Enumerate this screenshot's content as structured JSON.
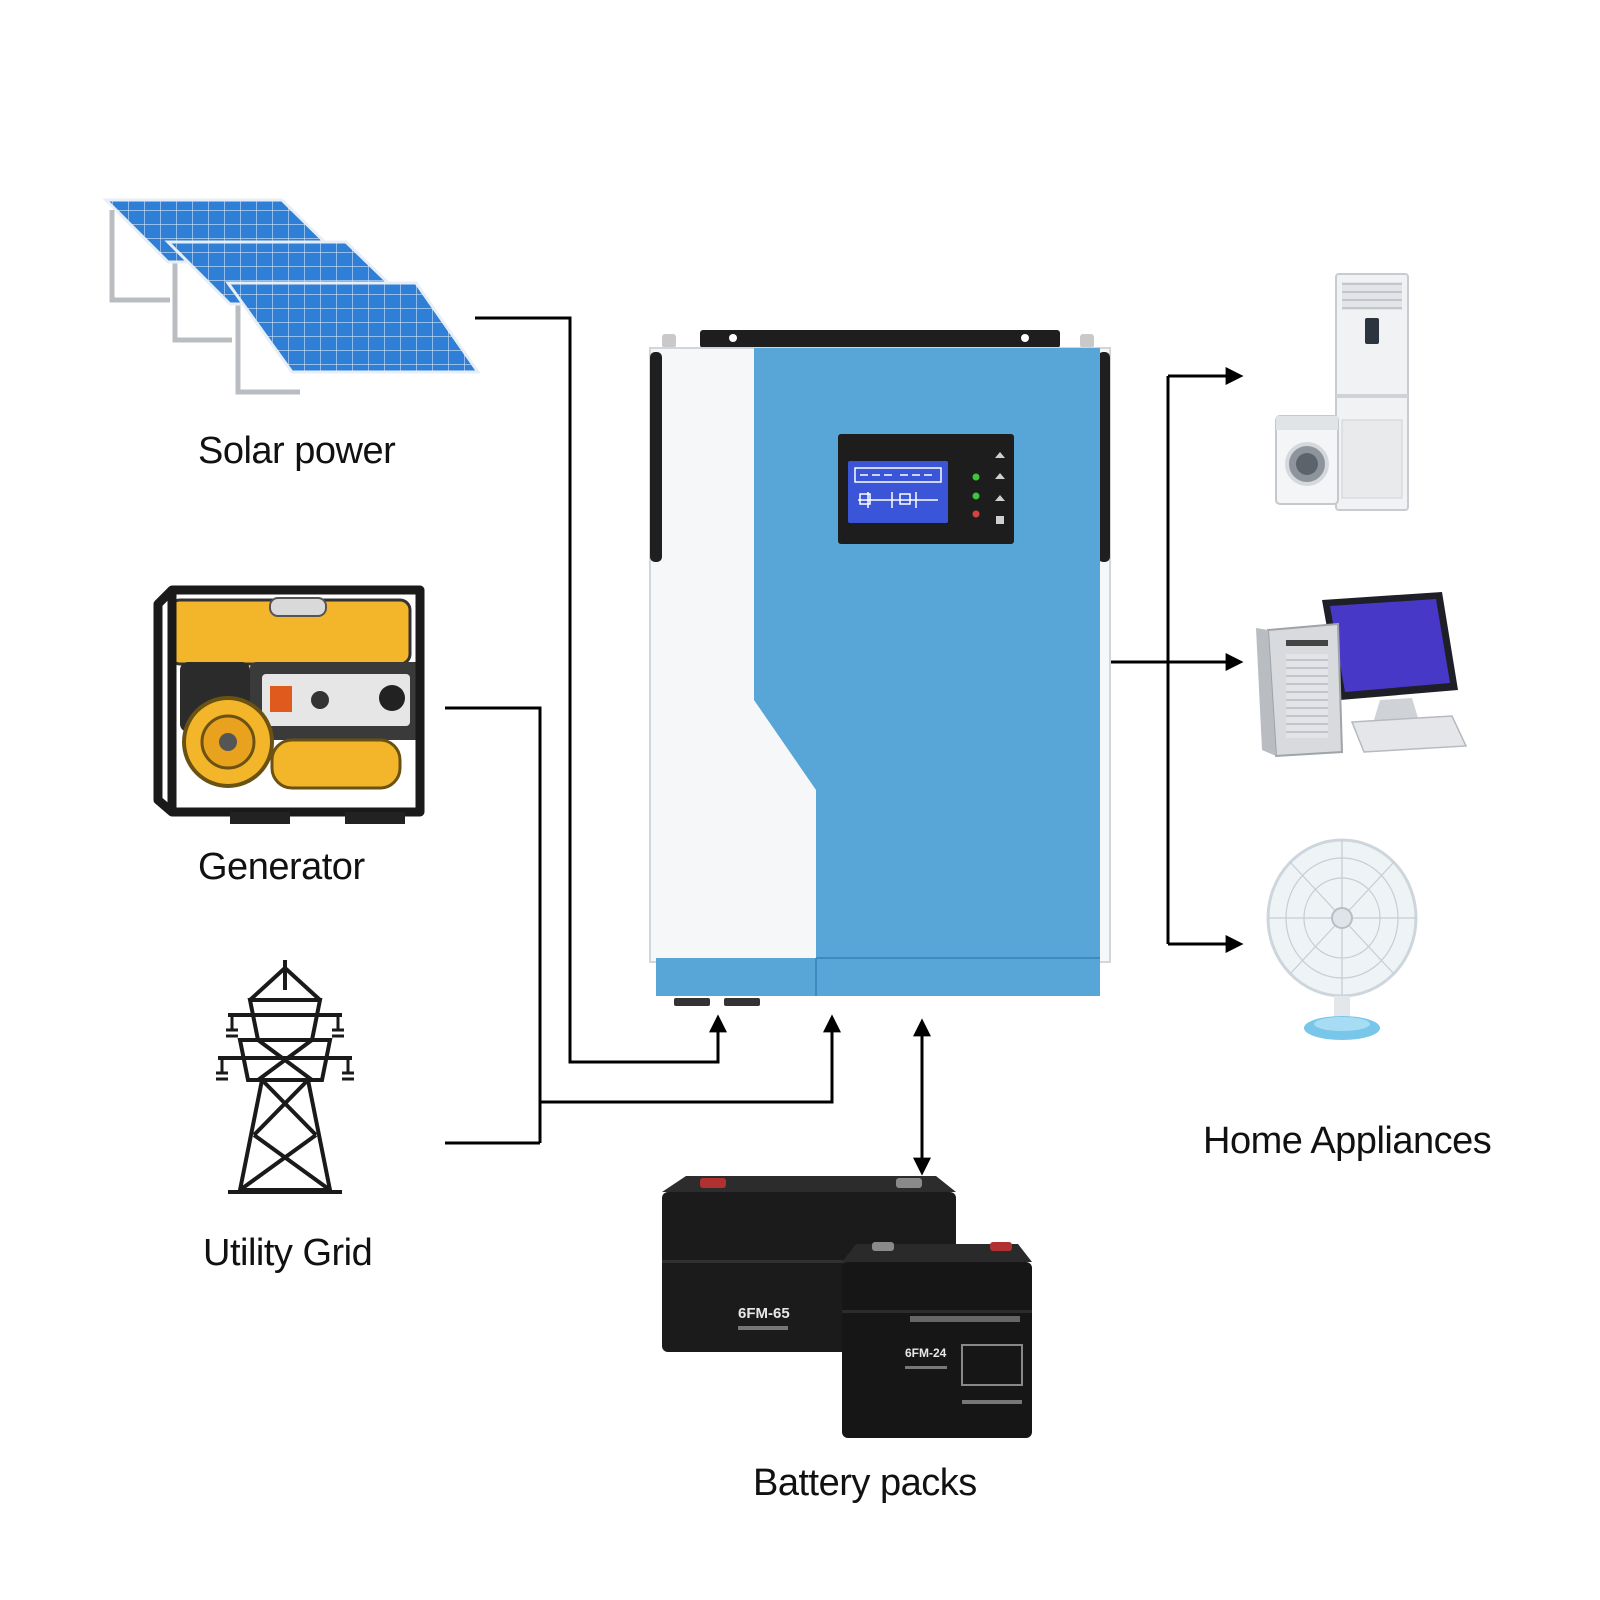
{
  "labels": {
    "solar": "Solar power",
    "generator": "Generator",
    "grid": "Utility Grid",
    "battery": "Battery packs",
    "home": "Home Appliances"
  },
  "battery_models": {
    "large": "6FM-65",
    "small": "6FM-24"
  },
  "colors": {
    "inverter_blue": "#58a6d8",
    "inverter_white": "#f6f7f8",
    "screen_blue": "#3b55d9",
    "solar_panel": "#2f7fd6",
    "generator_yellow": "#f3b52a",
    "battery_black": "#1b1b1b",
    "line": "#000000"
  },
  "icons": [
    "solar-panel-icon",
    "generator-icon",
    "power-tower-icon",
    "inverter-icon",
    "battery-icon",
    "air-conditioner-icon",
    "washing-machine-icon",
    "computer-icon",
    "fan-icon"
  ]
}
